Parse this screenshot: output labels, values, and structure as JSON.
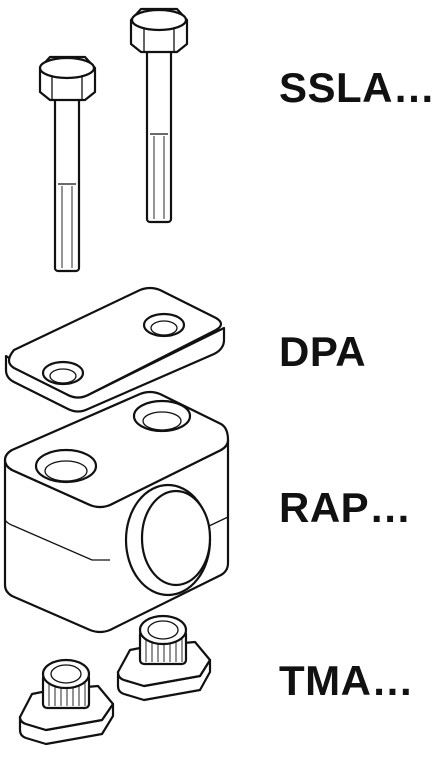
{
  "labels": {
    "bolts": "SSLA…",
    "cover_plate": "DPA",
    "clamp_body": "RAP…",
    "rail_nuts": "TMA…"
  },
  "colors": {
    "background": "#ffffff",
    "line": "#111111",
    "text": "#111111"
  }
}
